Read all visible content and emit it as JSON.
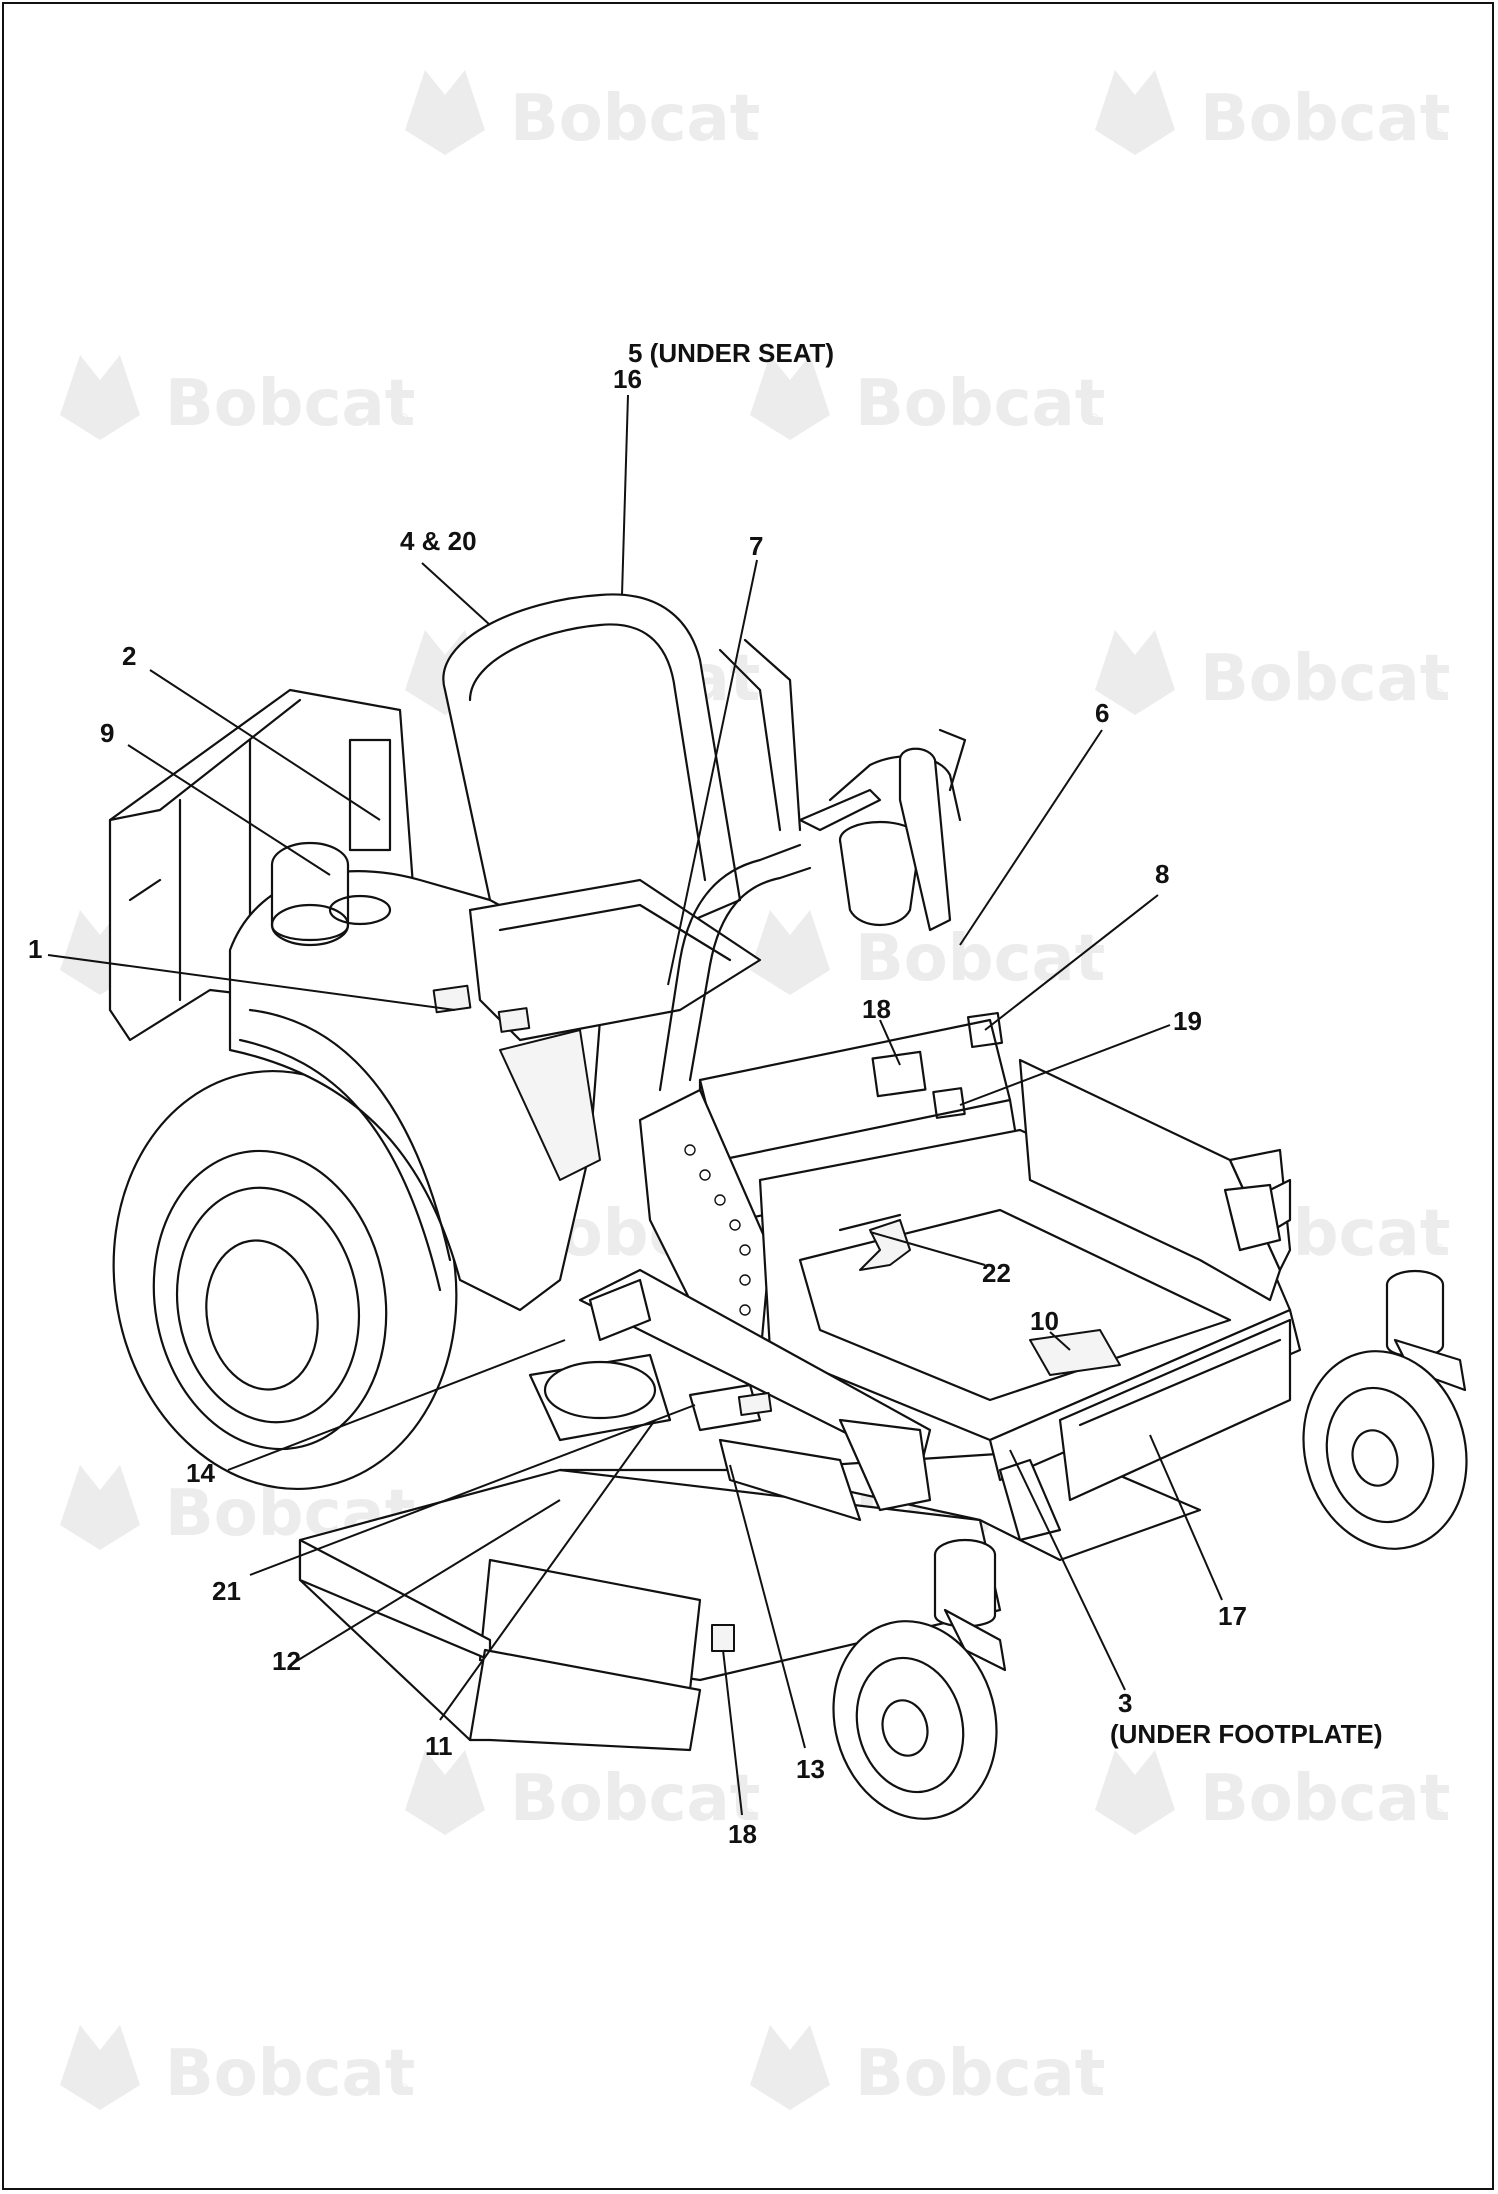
{
  "watermark": {
    "brand": "Bobcat",
    "registered_mark": "®",
    "icon": "bobcat-head-logo"
  },
  "callouts": [
    {
      "id": "c5",
      "label": "5 (UNDER SEAT)"
    },
    {
      "id": "c16",
      "label": "16"
    },
    {
      "id": "c4-20",
      "label": "4 & 20"
    },
    {
      "id": "c7",
      "label": "7"
    },
    {
      "id": "c2",
      "label": "2"
    },
    {
      "id": "c9",
      "label": "9"
    },
    {
      "id": "c6",
      "label": "6"
    },
    {
      "id": "c8",
      "label": "8"
    },
    {
      "id": "c1",
      "label": "1"
    },
    {
      "id": "c19",
      "label": "19"
    },
    {
      "id": "c18a",
      "label": "18"
    },
    {
      "id": "c22",
      "label": "22"
    },
    {
      "id": "c10",
      "label": "10"
    },
    {
      "id": "c14",
      "label": "14"
    },
    {
      "id": "c21",
      "label": "21"
    },
    {
      "id": "c12",
      "label": "12"
    },
    {
      "id": "c11",
      "label": "11"
    },
    {
      "id": "c13",
      "label": "13"
    },
    {
      "id": "c18b",
      "label": "18"
    },
    {
      "id": "c17",
      "label": "17"
    },
    {
      "id": "c3",
      "label": "3"
    },
    {
      "id": "c3-note",
      "label": "(UNDER FOOTPLATE)"
    }
  ]
}
